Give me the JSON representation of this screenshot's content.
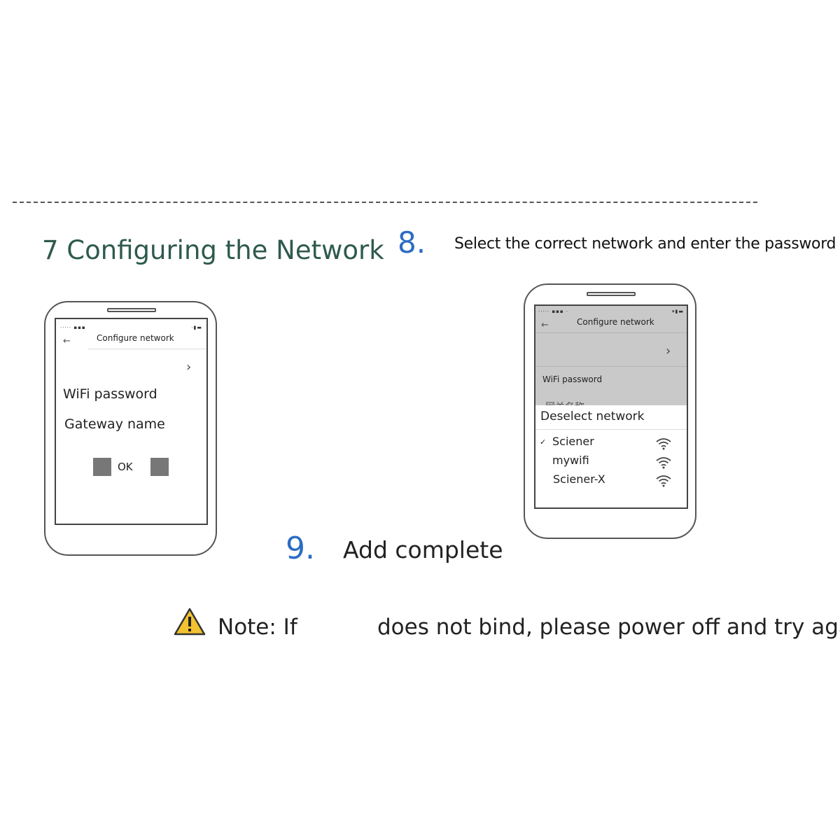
{
  "step7": {
    "title": "7 Configuring the Network"
  },
  "step8": {
    "number": "8.",
    "instruction": "Select the correct network and enter the password"
  },
  "step9": {
    "number": "9.",
    "text": "Add complete"
  },
  "note": {
    "prefix": "Note: If",
    "suffix": "does not bind, please power off and try again"
  },
  "phone_left": {
    "status_left": "····· ▪︎▪︎▪︎",
    "status_right": "·▮▬",
    "nav_title": "Configure network",
    "back_icon": "back-arrow-icon",
    "wifi_password_label": "WiFi password",
    "gateway_name_label": "Gateway name",
    "ok_label": "OK"
  },
  "phone_right": {
    "status_left": "····· ▪︎▪︎▪︎ ·",
    "status_right": "▾▮▬",
    "nav_title": "Configure network",
    "wifi_password_label": "WiFi password",
    "obscured_text": "网关名称",
    "sheet_title": "Deselect network",
    "networks": [
      {
        "name": "Sciener"
      },
      {
        "name": "mywifi"
      },
      {
        "name": "Sciener-X"
      }
    ]
  },
  "colors": {
    "accent_blue": "#2b6cc4",
    "title_green": "#2e5a4e",
    "warning_yellow": "#f2c230"
  }
}
